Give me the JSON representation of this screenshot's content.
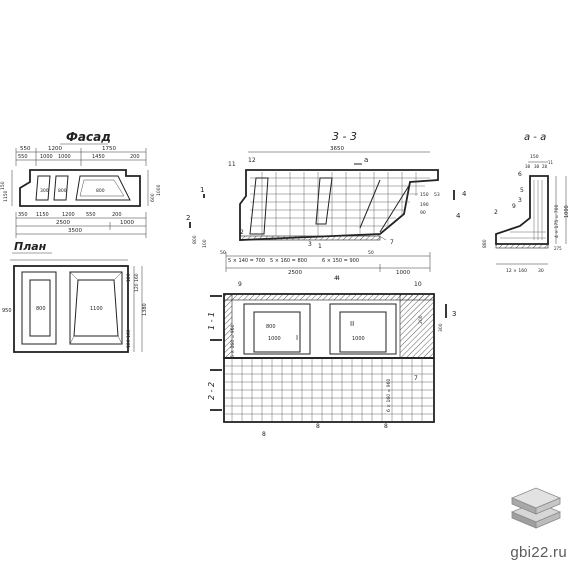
{
  "views": {
    "facade": {
      "title": "Фасад",
      "dims_top_row1": [
        "550",
        "1200",
        "1750"
      ],
      "dims_top_row2": [
        "550",
        "1000",
        "1000",
        "1450",
        "200"
      ],
      "dims_bottom_row1": [
        "350",
        "1150",
        "1200",
        "550",
        "200"
      ],
      "dims_bottom_row2": [
        "2500",
        "1000"
      ],
      "dims_bottom_row3": "3500",
      "dims_right": [
        "600",
        "1000"
      ],
      "dims_left": [
        "1150",
        "150"
      ],
      "dims_inner": [
        "300",
        "800",
        "800"
      ]
    },
    "plan": {
      "title": "План",
      "dims_left": "950",
      "dims_inner": [
        "800",
        "1100"
      ],
      "dims_right": [
        "120",
        "120 160",
        "1380",
        "120 160"
      ]
    },
    "section33": {
      "title": "3 - 3",
      "dim_total": "3650",
      "dims_bottom_row1": [
        "50",
        "5 × 140 = 700",
        "5 × 160 = 800",
        "6 × 150 = 900",
        "50"
      ],
      "dims_bottom_row2": [
        "2500",
        "1000"
      ],
      "dims_left": [
        "11",
        "12"
      ],
      "dims_right": [
        "150",
        "53",
        "190",
        "90"
      ],
      "dims_height": [
        "800",
        "100"
      ],
      "markers": [
        "1",
        "1",
        "2",
        "2",
        "4",
        "4",
        "a"
      ],
      "callouts": [
        "2",
        "3",
        "1",
        "7",
        "4"
      ]
    },
    "sectionaa": {
      "title": "a - a",
      "dims_top": [
        "150",
        "38",
        "38",
        "28",
        "11"
      ],
      "dims_right": [
        "4 × 175 = 700",
        "1000"
      ],
      "dims_left": [
        "880",
        "275"
      ],
      "dims_bottom": [
        "12 × 160",
        "30"
      ],
      "callouts": [
        "6",
        "5",
        "3",
        "9",
        "2"
      ]
    },
    "section11": {
      "title": "1 - 1",
      "dims_top": [
        "9",
        "4",
        "10"
      ],
      "dims_inner": [
        "800",
        "1000",
        "1000"
      ],
      "labels": [
        "I",
        "II"
      ],
      "dims_left": "6 × 160 = 960",
      "dims_right": [
        "200",
        "300"
      ],
      "marker": "3"
    },
    "section22": {
      "title": "2 - 2",
      "dims_right": [
        "6 × 160 = 960",
        "7"
      ],
      "labels": [
        "8",
        "8",
        "8"
      ]
    }
  },
  "watermark": {
    "text": "gbi22.ru",
    "icon": "stacked-slabs-icon"
  }
}
